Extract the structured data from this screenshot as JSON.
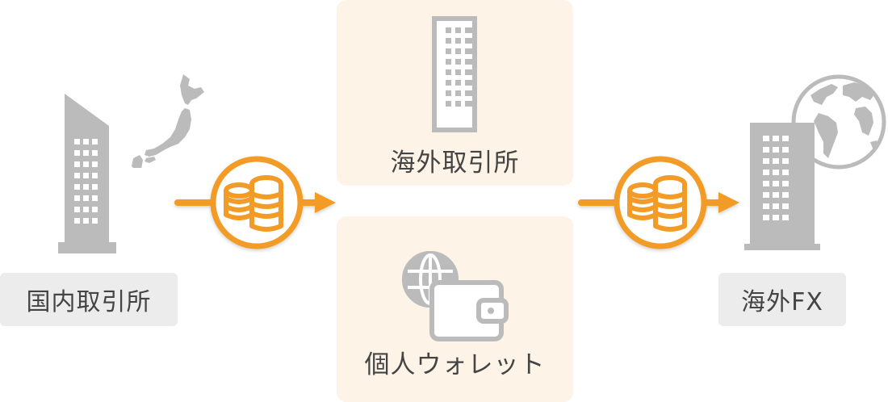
{
  "colors": {
    "accent": "#f29b26",
    "icon_gray": "#bbbbbb",
    "panel_bg": "#fdf3e7",
    "tag_bg": "#ececec",
    "text": "#444444"
  },
  "nodes": {
    "domestic_exchange": {
      "label": "国内取引所",
      "icon": "building-with-japan-map-icon"
    },
    "overseas_exchange": {
      "label": "海外取引所",
      "icon": "building-outline-icon"
    },
    "personal_wallet": {
      "label": "個人ウォレット",
      "icon": "globe-wallet-icon"
    },
    "overseas_fx": {
      "label": "海外FX",
      "icon": "building-with-globe-icon"
    }
  },
  "flows": [
    {
      "from": "domestic_exchange",
      "to": "intermediate",
      "icon": "coins-icon"
    },
    {
      "from": "intermediate",
      "to": "overseas_fx",
      "icon": "coins-icon"
    }
  ]
}
